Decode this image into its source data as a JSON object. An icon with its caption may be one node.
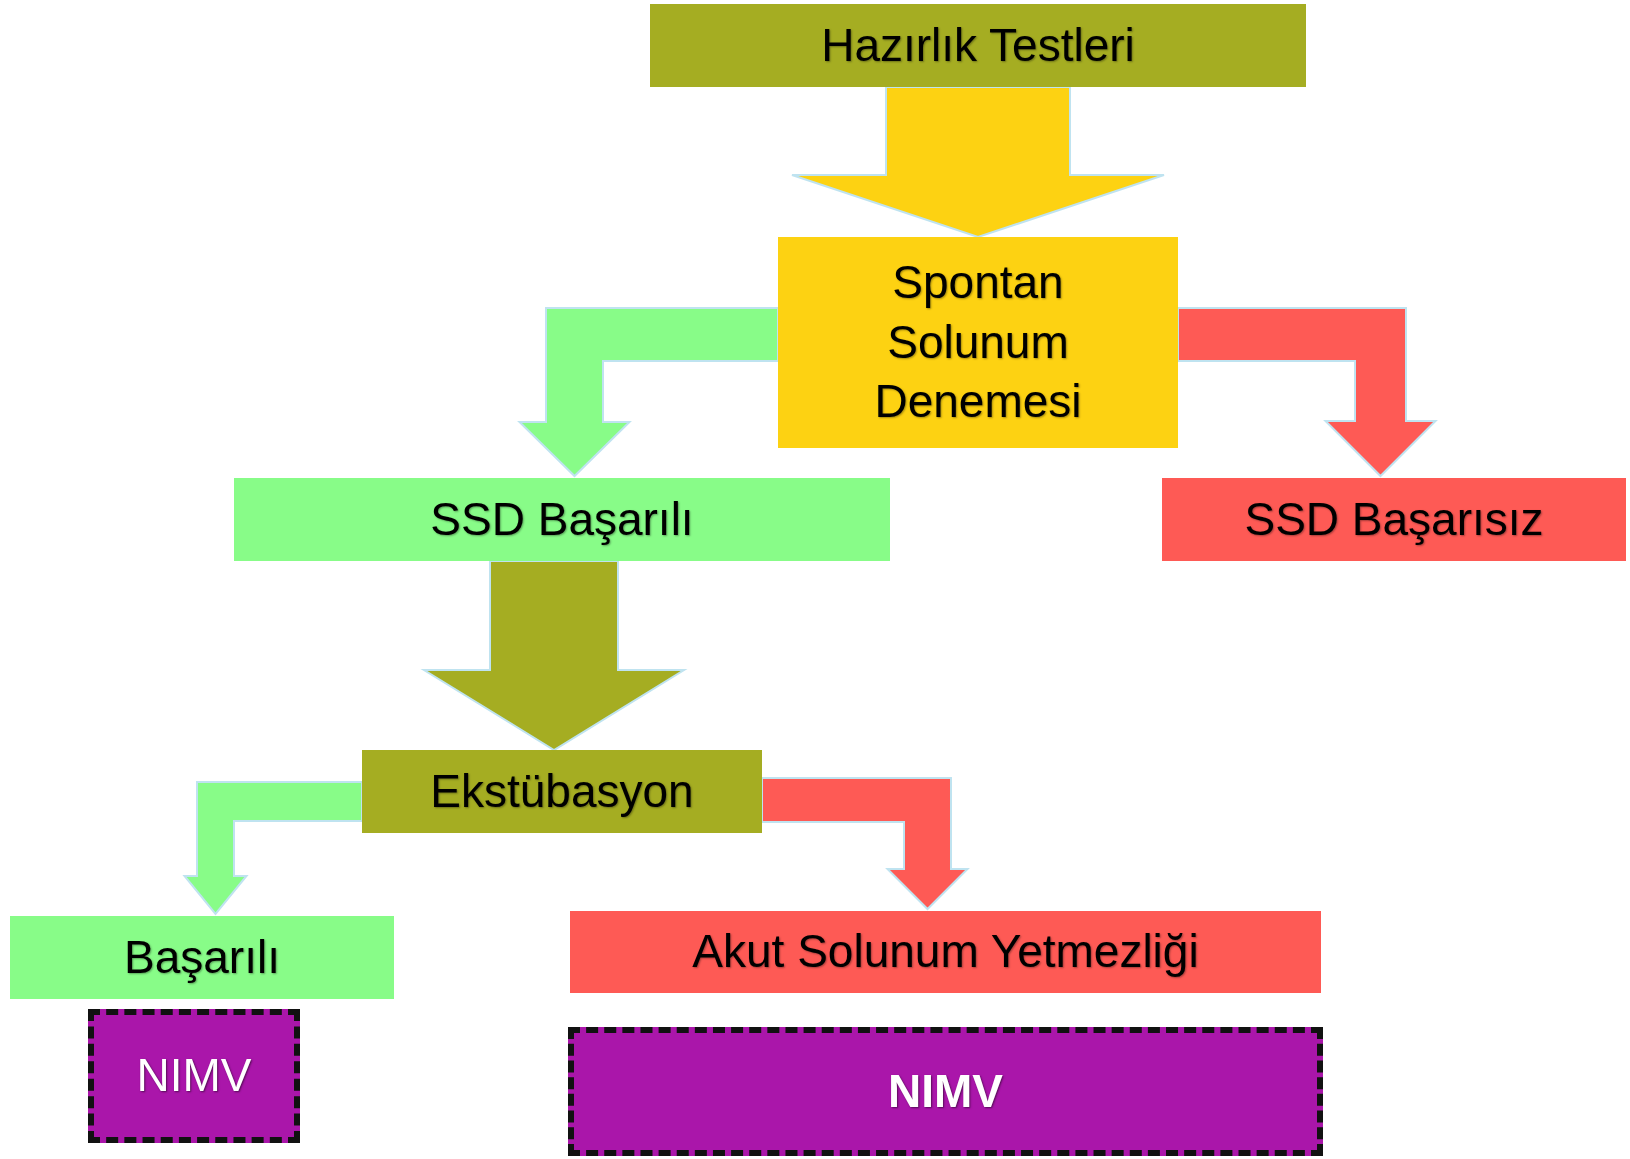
{
  "diagram": {
    "nodes": [
      {
        "text": [
          "Hazırlık Testleri"
        ]
      },
      {
        "text": [
          "Spontan Solunum Denemesi"
        ]
      },
      {
        "text": [
          "SSD Başarılı"
        ]
      },
      {
        "text": [
          "SSD Başarısız"
        ]
      },
      {
        "text": [
          "Ekstübasyon"
        ]
      },
      {
        "text": [
          "Başarılı"
        ]
      },
      {
        "text": [
          "NIMV"
        ]
      },
      {
        "text": [
          "Akut Solunum Yetmezliği"
        ]
      },
      {
        "text": [
          "NIMV"
        ]
      }
    ],
    "edges": [
      {
        "from": 0,
        "to": 1,
        "arrow": "to",
        "color": "#fdd212"
      },
      {
        "from": 1,
        "to": 2,
        "arrow": "to",
        "color": "#88fc88"
      },
      {
        "from": 1,
        "to": 3,
        "arrow": "to",
        "color": "#fe5a55"
      },
      {
        "from": 2,
        "to": 4,
        "arrow": "to",
        "color": "#a5ad22"
      },
      {
        "from": 4,
        "to": 5,
        "arrow": "to",
        "color": "#88fc88"
      },
      {
        "from": 4,
        "to": 7,
        "arrow": "to",
        "color": "#fe5a55"
      }
    ]
  }
}
